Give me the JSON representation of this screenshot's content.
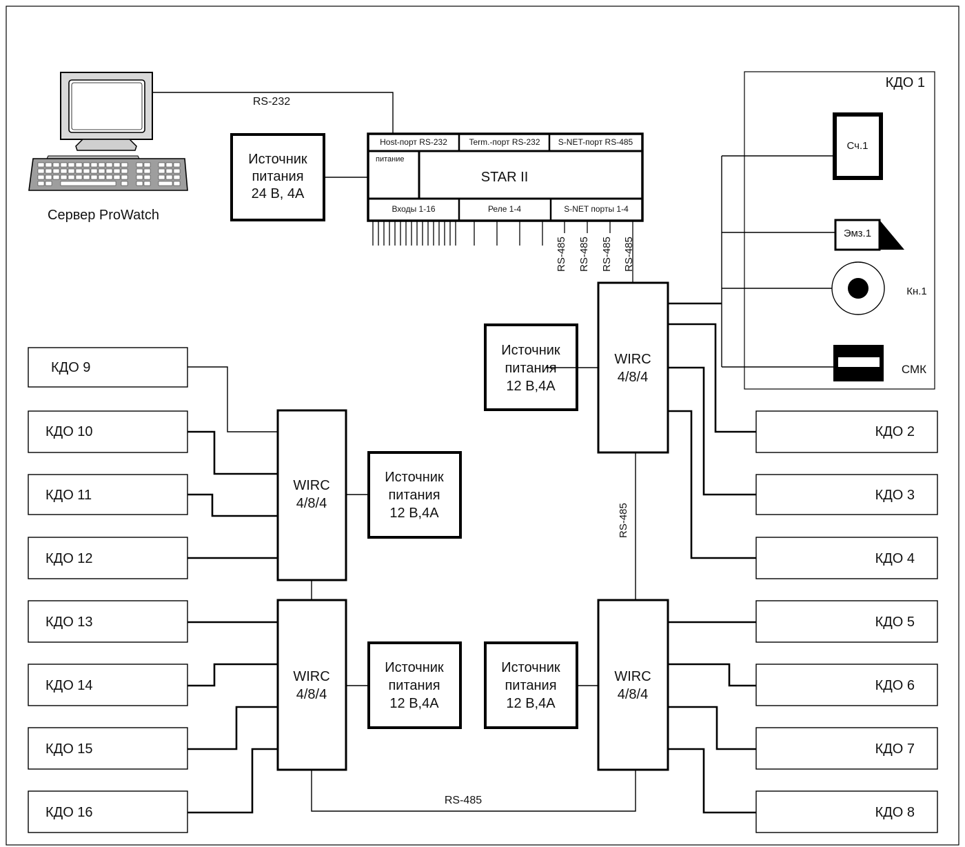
{
  "server": {
    "label": "Сервер ProWatch"
  },
  "links": {
    "rs232": "RS-232",
    "rs485_a": "RS-485",
    "rs485_b": "RS-485",
    "rs485_c": "RS-485",
    "rs485_d": "RS-485",
    "rs485_vertical": "RS-485",
    "rs485_bottom": "RS-485"
  },
  "psu_main": {
    "line1": "Источник",
    "line2": "питания",
    "line3": "24 В, 4А"
  },
  "star": {
    "title": "STAR II",
    "port_host": "Host-порт RS-232",
    "port_term": "Term.-порт RS-232",
    "port_snet": "S-NET-порт RS-485",
    "power": "питание",
    "inputs": "Входы 1-16",
    "relays": "Реле 1-4",
    "snet_ports": "S-NET порты 1-4"
  },
  "wirc": {
    "tr": {
      "line1": "WIRC",
      "line2": "4/8/4"
    },
    "ml": {
      "line1": "WIRC",
      "line2": "4/8/4"
    },
    "bl": {
      "line1": "WIRC",
      "line2": "4/8/4"
    },
    "br": {
      "line1": "WIRC",
      "line2": "4/8/4"
    }
  },
  "psu": {
    "tr": {
      "line1": "Источник",
      "line2": "питания",
      "line3": "12 В,4А"
    },
    "ml": {
      "line1": "Источник",
      "line2": "питания",
      "line3": "12 В,4А"
    },
    "bl": {
      "line1": "Источник",
      "line2": "питания",
      "line3": "12 В,4А"
    },
    "br": {
      "line1": "Источник",
      "line2": "питания",
      "line3": "12 В,4А"
    }
  },
  "kdo1": {
    "title": "КДО 1",
    "reader": "Сч.1",
    "lock": "Эмз.1",
    "button": "Кн.1",
    "contact": "СМК"
  },
  "kdo": {
    "k2": "КДО 2",
    "k3": "КДО 3",
    "k4": "КДО 4",
    "k5": "КДО 5",
    "k6": "КДО 6",
    "k7": "КДО 7",
    "k8": "КДО 8",
    "k9": "КДО 9",
    "k10": "КДО 10",
    "k11": "КДО 11",
    "k12": "КДО 12",
    "k13": "КДО 13",
    "k14": "КДО 14",
    "k15": "КДО 15",
    "k16": "КДО 16"
  }
}
